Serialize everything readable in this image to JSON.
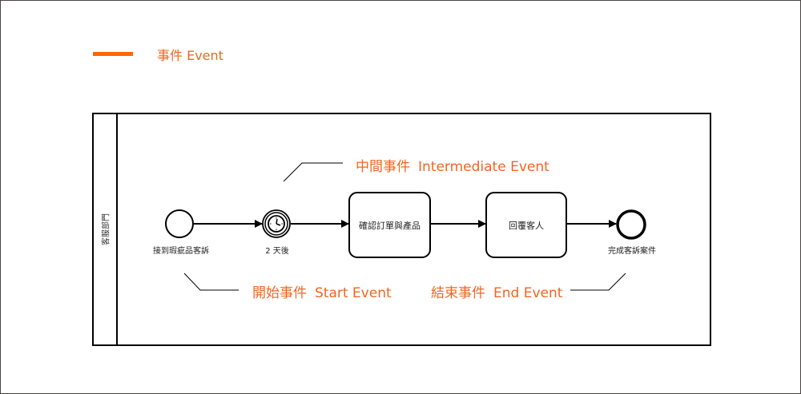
{
  "legend": {
    "label": "事件 Event",
    "color": "#ff6600"
  },
  "pool": {
    "lane_label": "客服部門"
  },
  "elements": {
    "start_event": {
      "type": "start-event",
      "label": "接到瑕疵品客訴"
    },
    "timer_event": {
      "type": "intermediate-timer-event",
      "icon": "clock-icon",
      "label": "2 天後"
    },
    "task_1": {
      "type": "task",
      "label": "確認訂單與產品"
    },
    "task_2": {
      "type": "task",
      "label": "回覆客人"
    },
    "end_event": {
      "type": "end-event",
      "label": "完成客訴案件"
    }
  },
  "flows": [
    {
      "from": "start_event",
      "to": "timer_event"
    },
    {
      "from": "timer_event",
      "to": "task_1"
    },
    {
      "from": "task_1",
      "to": "task_2"
    },
    {
      "from": "task_2",
      "to": "end_event"
    }
  ],
  "annotations": {
    "intermediate": {
      "zh": "中間事件",
      "en": "Intermediate Event"
    },
    "start": {
      "zh": "開始事件",
      "en": "Start Event"
    },
    "end": {
      "zh": "結束事件",
      "en": "End Event"
    }
  },
  "colors": {
    "accent": "#f26522",
    "stroke": "#000000"
  }
}
